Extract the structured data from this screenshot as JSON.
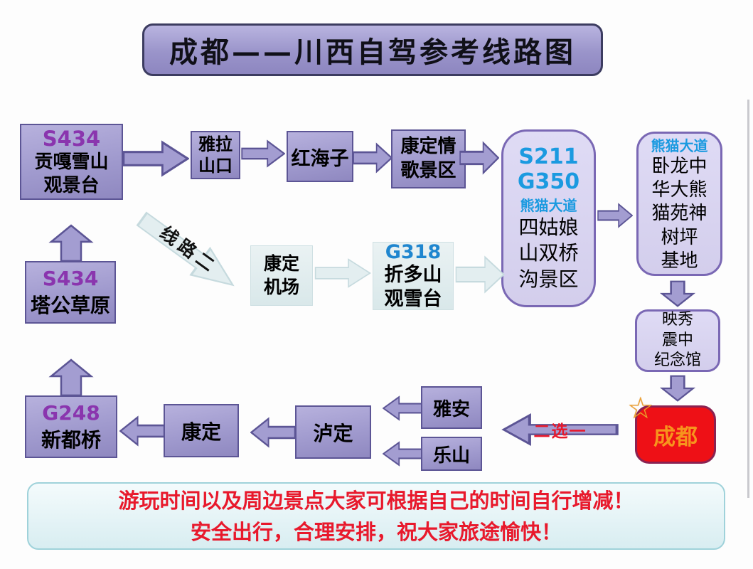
{
  "title": "成都——川西自驾参考线路图",
  "nodes": {
    "gongga": {
      "road": "S434",
      "name": "贡嘎雪山\n观景台"
    },
    "yala": {
      "name": "雅拉\n山口"
    },
    "honghaizi": {
      "name": "红海子"
    },
    "kangding_song": {
      "name": "康定情\n歌景区"
    },
    "siguniang": {
      "road1": "S211",
      "road2": "G350",
      "road3": "熊猫大道",
      "name": "四姑娘\n山双桥\n沟景区"
    },
    "wolong": {
      "road": "熊猫大道",
      "name": "卧龙中\n华大熊\n猫苑神\n树坪\n基地"
    },
    "yingxiu": {
      "name": "映秀\n震中\n纪念馆"
    },
    "chengdu": {
      "name": "成都",
      "star": "☆"
    },
    "tagong": {
      "road": "S434",
      "name": "塔公草原"
    },
    "kangding_airport": {
      "name": "康定\n机场"
    },
    "zheduoshan": {
      "road": "G318",
      "name": "折多山\n观雪台"
    },
    "xinduqiao": {
      "road": "G248",
      "name": "新都桥"
    },
    "kangding": {
      "name": "康定"
    },
    "luding": {
      "name": "泸定"
    },
    "yaan": {
      "name": "雅安"
    },
    "leshan": {
      "name": "乐山"
    }
  },
  "labels": {
    "route2": "线路二",
    "choose_one": "二选一"
  },
  "banner": {
    "line1": "游玩时间以及周边景点大家可根据自己的时间自行增减！",
    "line2": "安全出行，合理安排，祝大家旅途愉快！"
  },
  "colors": {
    "box_purple": "#9a94ca",
    "box_lavender": "#d8d4f0",
    "box_lightcyan": "#e0ecee",
    "road_blue": "#1b9ae0",
    "road_purple": "#8a35ae",
    "alert_red": "#e8192c",
    "chengdu_fill": "#ee1016",
    "chengdu_text": "#f7941d"
  }
}
